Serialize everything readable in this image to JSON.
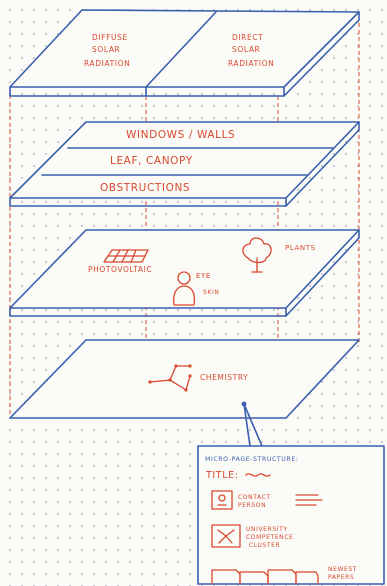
{
  "layers": {
    "top": {
      "label_left": [
        "DIFFUSE",
        "SOLAR",
        "RADIATION"
      ],
      "label_right": [
        "DIRECT",
        "SOLAR",
        "RADIATION"
      ]
    },
    "second": {
      "rows": [
        "WINDOWS / WALLS",
        "LEAF, CANOPY",
        "OBSTRUCTIONS"
      ]
    },
    "third": {
      "photovoltaic": "PHOTOVOLTAIC",
      "eye": "EYE",
      "skin": "SKIN",
      "plants": "PLANTS"
    },
    "fourth": {
      "chemistry": "CHEMISTRY"
    }
  },
  "callout": {
    "title": "MICRO-PAGE-STRUCTURE:",
    "title_field": "TITLE:",
    "contact": [
      "CONTACT",
      "PERSON"
    ],
    "university": [
      "UNIVERSITY",
      "COMPETENCE",
      "CLUSTER"
    ],
    "newest": [
      "NEWEST",
      "PAPERS"
    ]
  },
  "colors": {
    "blue": "#3a5fae",
    "red": "#d9482f"
  }
}
